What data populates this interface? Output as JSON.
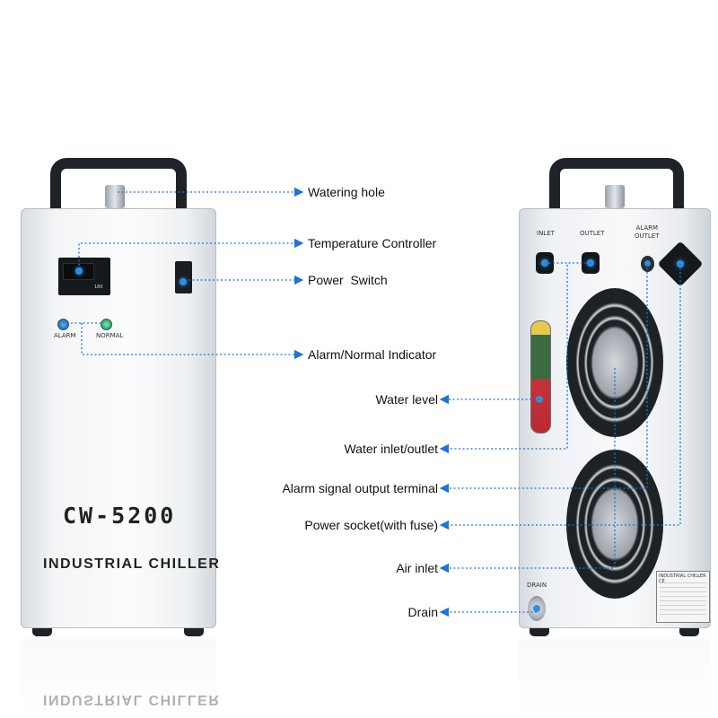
{
  "callouts_front": [
    "Watering hole",
    "Temperature Controller",
    "Power  Switch",
    "Alarm/Normal Indicator"
  ],
  "callouts_back": [
    "Water level",
    "Water inlet/outlet",
    "Alarm signal output terminal",
    "Power socket(with fuse)",
    "Air inlet",
    "Drain"
  ],
  "front_panel": {
    "model": "CW-5200",
    "name": "INDUSTRIAL CHILLER",
    "alarm_label": "ALARM",
    "normal_label": "NORMAL",
    "display_mode": "180",
    "reflection_text": "INDUSTRIAL CHILLER"
  },
  "back_panel": {
    "inlet_label": "INLET",
    "outlet_label": "OUTLET",
    "alarm_outlet_label": "ALARM\nOUTLET",
    "drain_label": "DRAIN",
    "nameplate_title": "INDUSTRIAL CHILLER CE"
  },
  "colors": {
    "callout_line": "#1e73d8",
    "arrow": "#1e73d8",
    "indicator_blue": "#2c8fe0",
    "indicator_green": "#2bb673",
    "handle": "#1f2327"
  }
}
